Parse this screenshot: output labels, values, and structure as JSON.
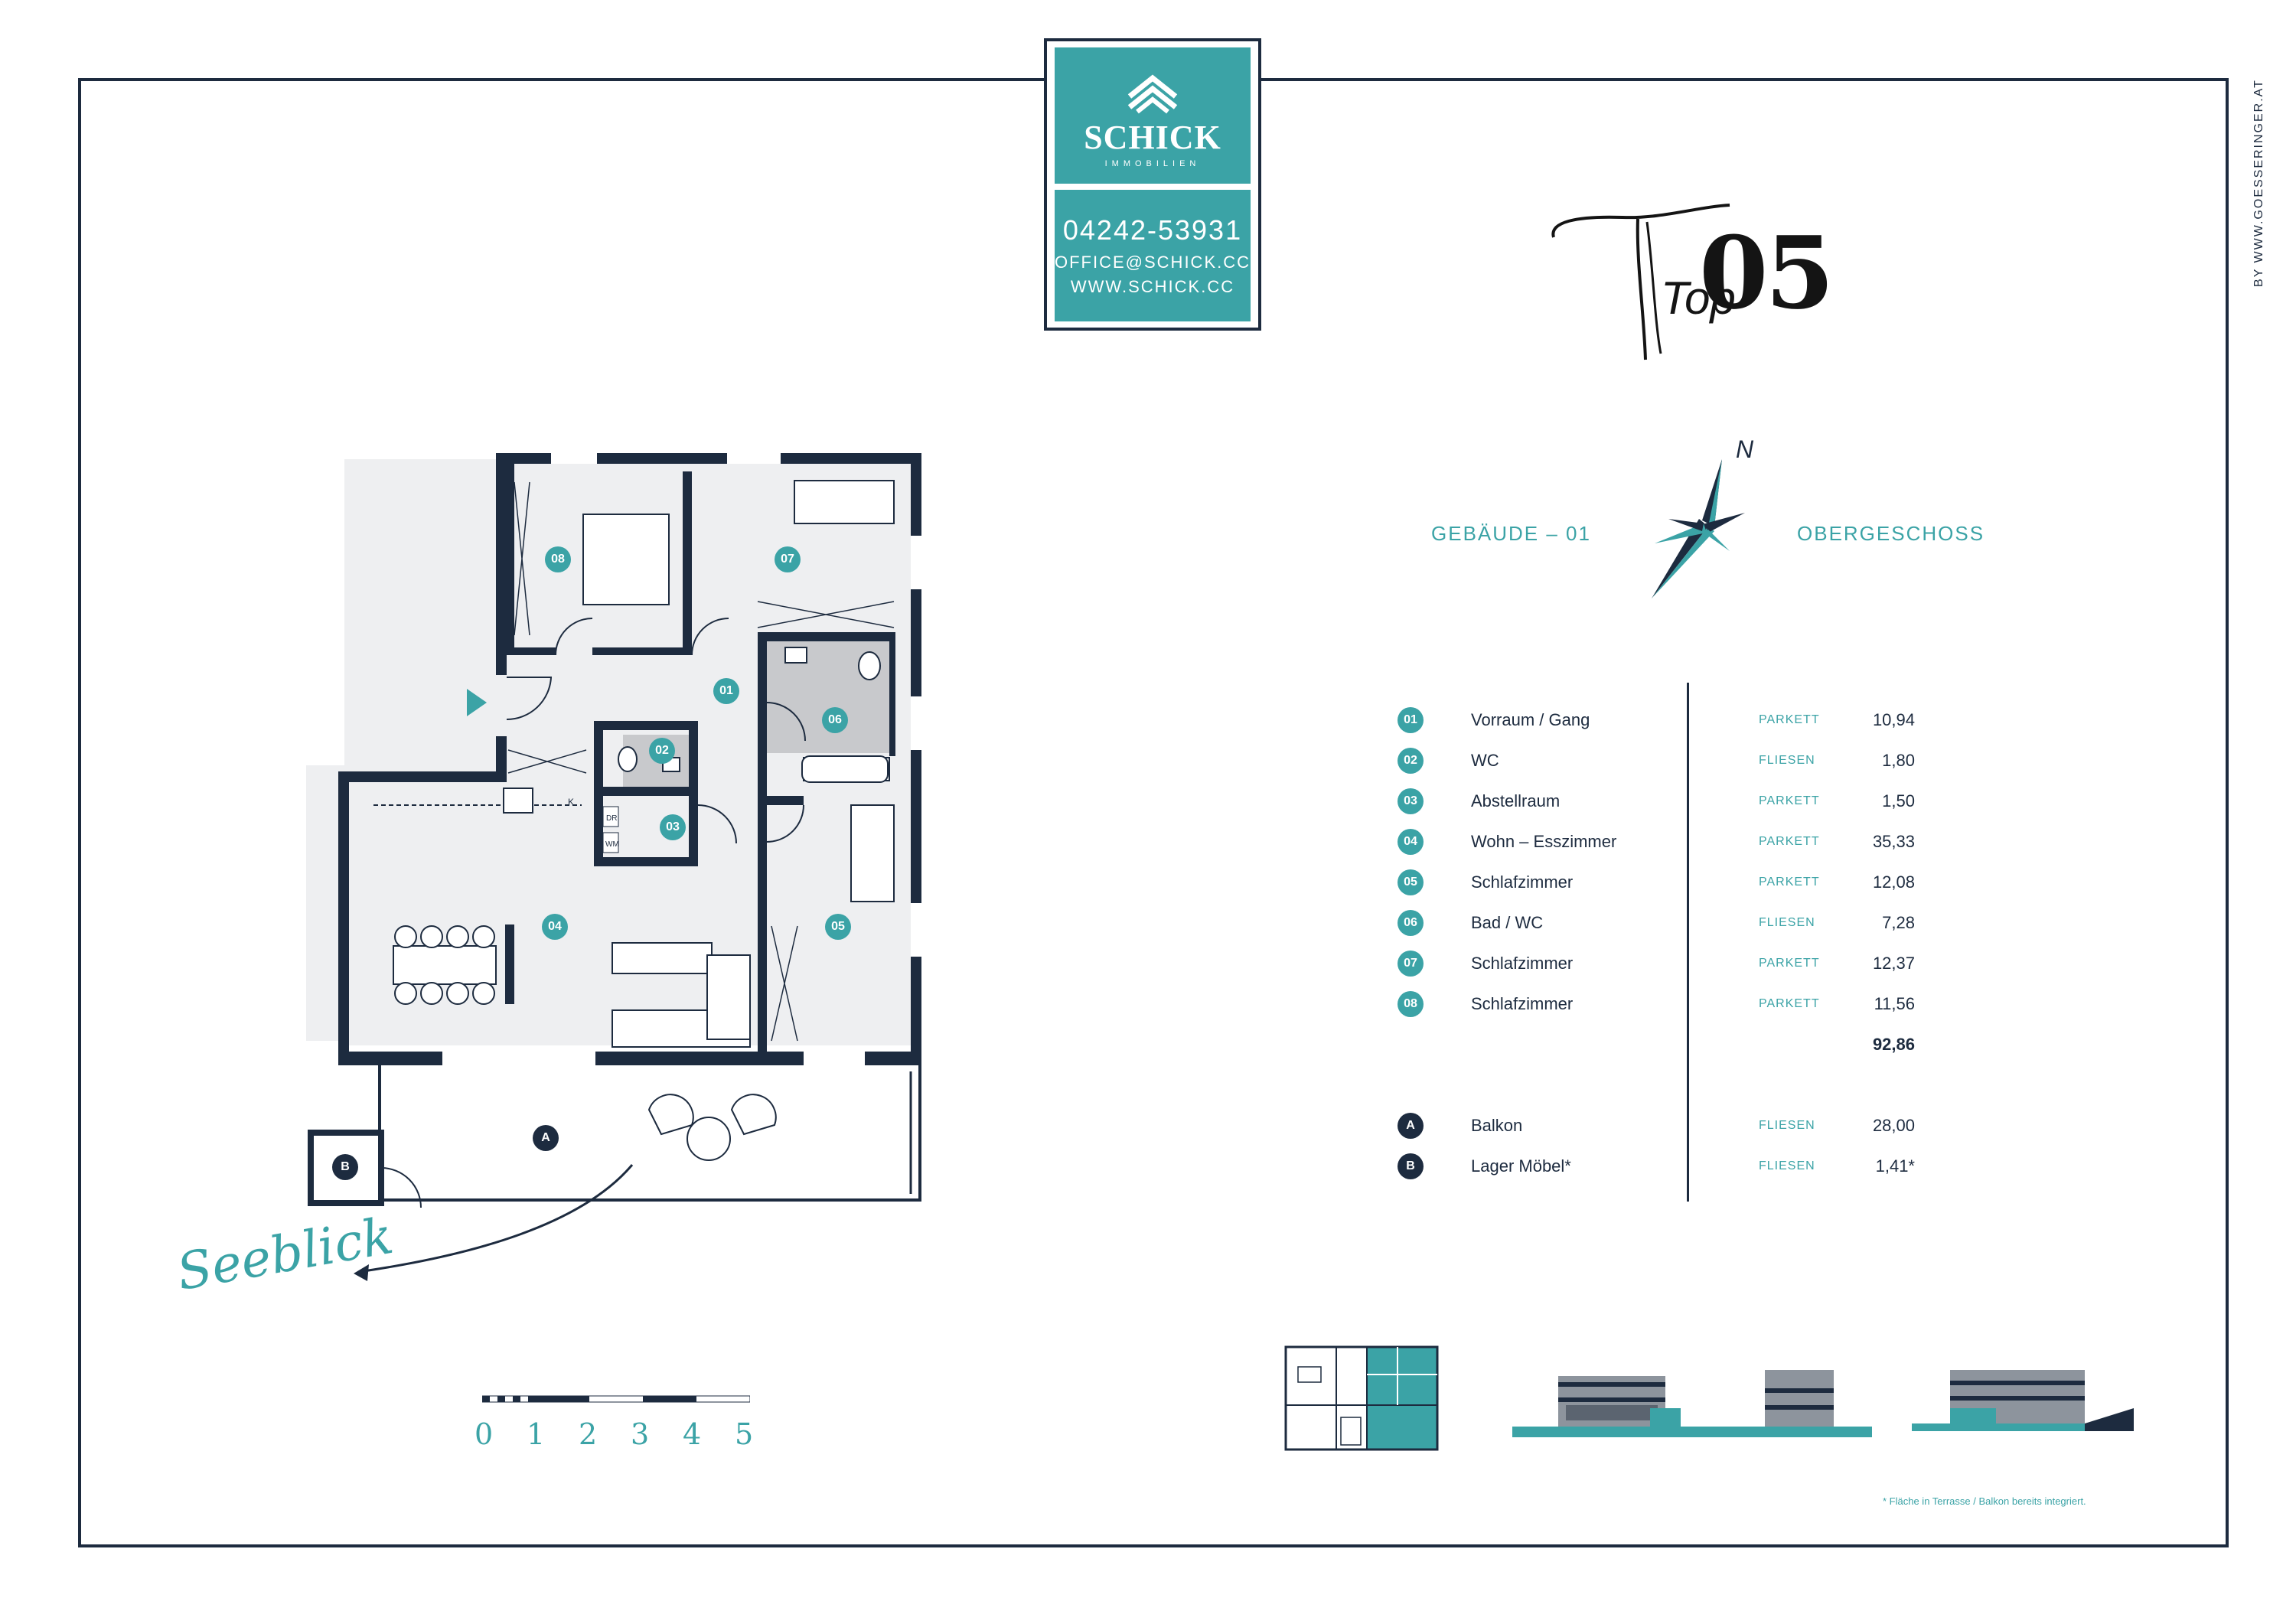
{
  "header": {
    "company": "SCHICK",
    "company_sub": "IMMOBILIEN",
    "phone": "04242-53931",
    "email": "OFFICE@SCHICK.CC",
    "web": "WWW.SCHICK.CC"
  },
  "credit": "BY WWW.GOESSERINGER.AT",
  "title": {
    "script": "Top",
    "number": "05"
  },
  "compass": {
    "label": "N"
  },
  "building": "GEBÄUDE – 01",
  "floor": "OBERGESCHOSS",
  "rooms": [
    {
      "id": "01",
      "name": "Vorraum / Gang",
      "material": "PARKETT",
      "area": "10,94"
    },
    {
      "id": "02",
      "name": "WC",
      "material": "FLIESEN",
      "area": "1,80"
    },
    {
      "id": "03",
      "name": "Abstellraum",
      "material": "PARKETT",
      "area": "1,50"
    },
    {
      "id": "04",
      "name": "Wohn – Esszimmer",
      "material": "PARKETT",
      "area": "35,33"
    },
    {
      "id": "05",
      "name": "Schlafzimmer",
      "material": "PARKETT",
      "area": "12,08"
    },
    {
      "id": "06",
      "name": "Bad / WC",
      "material": "FLIESEN",
      "area": "7,28"
    },
    {
      "id": "07",
      "name": "Schlafzimmer",
      "material": "PARKETT",
      "area": "12,37"
    },
    {
      "id": "08",
      "name": "Schlafzimmer",
      "material": "PARKETT",
      "area": "11,56"
    }
  ],
  "total": "92,86",
  "outdoor": [
    {
      "id": "A",
      "name": "Balkon",
      "material": "FLIESEN",
      "area": "28,00"
    },
    {
      "id": "B",
      "name": "Lager Möbel*",
      "material": "FLIESEN",
      "area": "1,41*"
    }
  ],
  "footnote": "* Fläche in Terrasse / Balkon bereits integriert.",
  "seeblick": "Seeblick",
  "scale": [
    "0",
    "1",
    "2",
    "3",
    "4",
    "5"
  ],
  "plan_labels": {
    "dr": "DR",
    "wm": "WM",
    "k": "K"
  },
  "colors": {
    "teal": "#3ba3a6",
    "navy": "#1d2b3f"
  }
}
